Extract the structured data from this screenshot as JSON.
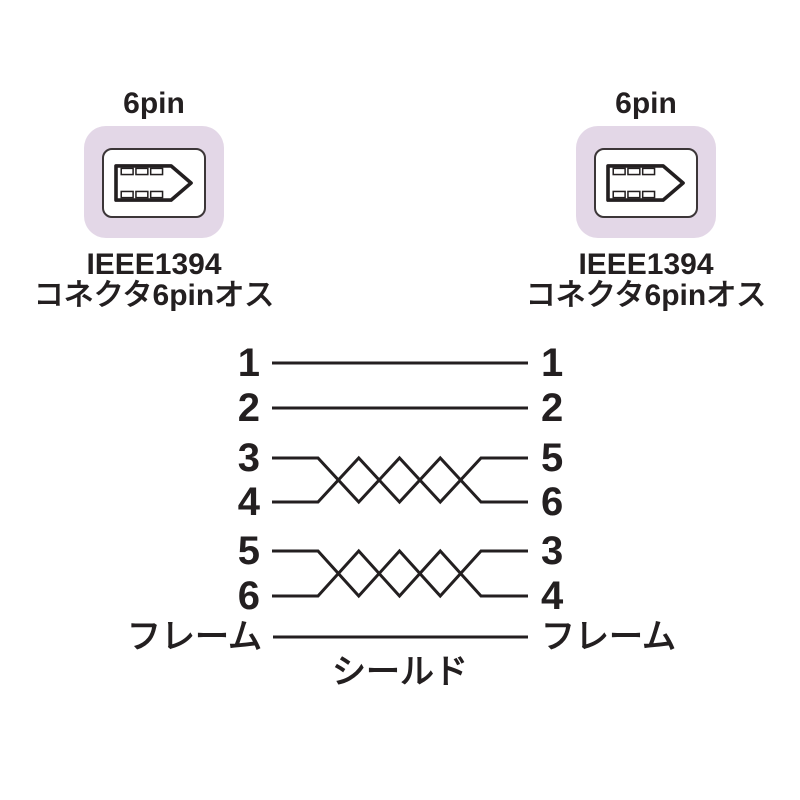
{
  "colors": {
    "ink": "#231f20",
    "connector_badge_bg": "#e3d7e7",
    "background": "#ffffff"
  },
  "connector_left": {
    "pin_count_label": "6pin",
    "type_line1": "IEEE1394",
    "type_line2": "コネクタ6pinオス",
    "icon": "firewire-6pin-male-connector"
  },
  "connector_right": {
    "pin_count_label": "6pin",
    "type_line1": "IEEE1394",
    "type_line2": "コネクタ6pinオス",
    "icon": "firewire-6pin-male-connector"
  },
  "wiring": {
    "rows": [
      {
        "left": "1",
        "right": "1",
        "connection": "straight"
      },
      {
        "left": "2",
        "right": "2",
        "connection": "straight"
      },
      {
        "left": "3",
        "right": "5",
        "connection": "twisted-pair-top"
      },
      {
        "left": "4",
        "right": "6",
        "connection": "twisted-pair-bottom"
      },
      {
        "left": "5",
        "right": "3",
        "connection": "twisted-pair-top"
      },
      {
        "left": "6",
        "right": "4",
        "connection": "twisted-pair-bottom"
      }
    ],
    "frame_left": "フレーム",
    "frame_right": "フレーム",
    "shield": "シールド"
  }
}
